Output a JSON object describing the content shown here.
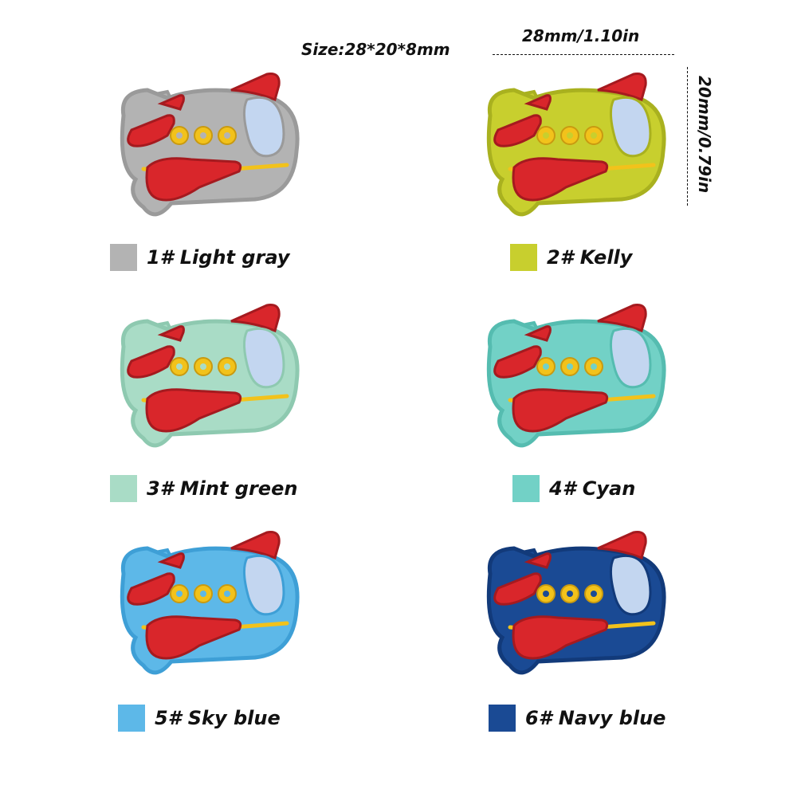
{
  "header": {
    "size_text": "Size:28*20*8mm",
    "width_text": "28mm/1.10in",
    "height_text": "20mm/0.79in"
  },
  "variants": [
    {
      "label": "1# Light gray",
      "color": "#b3b3b3",
      "outline": "#9a9a9a"
    },
    {
      "label": "2# Kelly",
      "color": "#c8cf2e",
      "outline": "#a9b11f"
    },
    {
      "label": "3# Mint green",
      "color": "#a9dcc6",
      "outline": "#8ec9b0"
    },
    {
      "label": "4# Cyan",
      "color": "#72d1c6",
      "outline": "#55bcb0"
    },
    {
      "label": "5# Sky blue",
      "color": "#5db8e8",
      "outline": "#3e9fd6"
    },
    {
      "label": "6# Navy blue",
      "color": "#1a4a94",
      "outline": "#123a7a"
    }
  ],
  "palette": {
    "red": "#d9262b",
    "red_dark": "#a51a1f",
    "yellow": "#f2c21b",
    "window": "#c3d6f0"
  }
}
